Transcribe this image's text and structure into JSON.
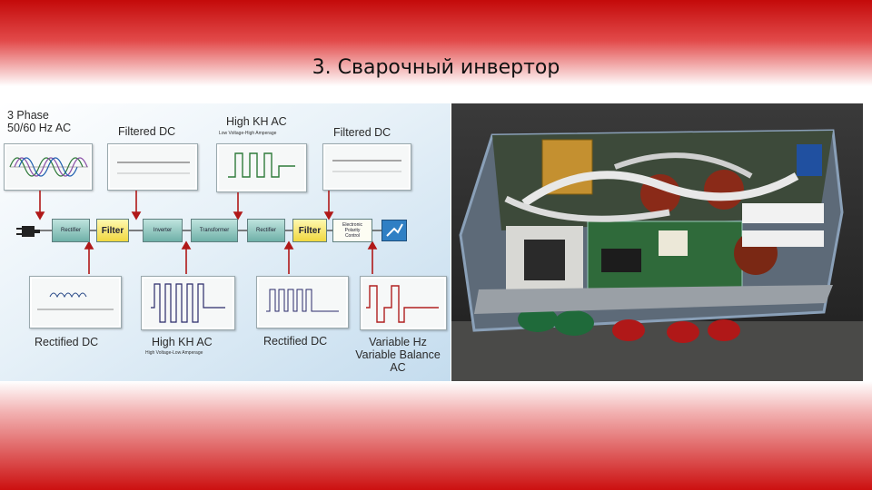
{
  "slide": {
    "title": "3. Сварочный инвертор"
  },
  "diagram": {
    "top_labels": {
      "three_phase_line1": "3 Phase",
      "three_phase_line2": "50/60 Hz AC",
      "filtered_dc_1": "Filtered DC",
      "high_kh_ac_top": "High KH AC",
      "high_kh_ac_top_sub": "Low Voltage-High Amperage",
      "filtered_dc_2": "Filtered DC"
    },
    "bottom_labels": {
      "rectified_dc_1": "Rectified DC",
      "high_kh_ac_bottom": "High KH AC",
      "high_kh_ac_bottom_sub": "High Voltage-Low Amperage",
      "rectified_dc_2": "Rectified DC",
      "variable_line1": "Variable Hz",
      "variable_line2": "Variable Balance",
      "variable_line3": "AC"
    },
    "blocks": {
      "rectifier_1": "Rectifier",
      "filter_1": "Filter",
      "inverter": "Inverter",
      "transformer": "Transformer",
      "rectifier_2": "Rectifier",
      "filter_2": "Filter",
      "epc_line1": "Electronic",
      "epc_line2": "Polarity",
      "epc_line3": "Control"
    },
    "colors": {
      "arrow": "#b01818",
      "block_teal": "#8fc8c0",
      "block_yellow": "#f4e25a",
      "wave_green": "#2f7a3a",
      "wave_red": "#b02020",
      "wave_purple": "#8a4fa8"
    }
  },
  "photo": {
    "subject": "welding inverter internals photograph"
  }
}
